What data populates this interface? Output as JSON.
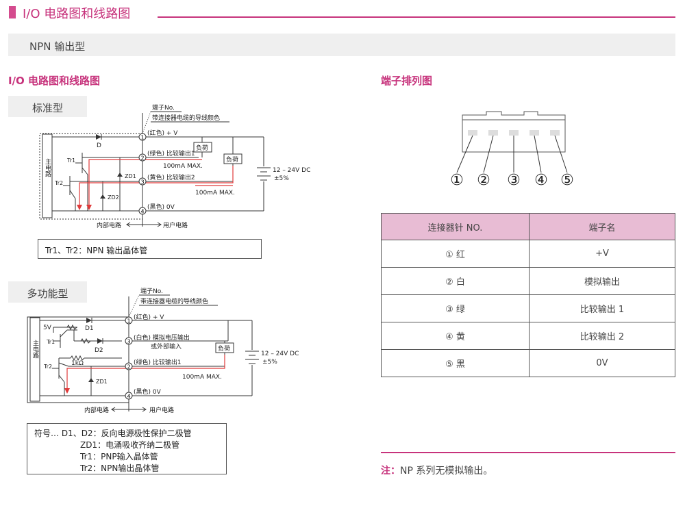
{
  "header": {
    "title": "I/O 电路图和线路图"
  },
  "subheader": {
    "label": "NPN 输出型"
  },
  "left_section": {
    "title": "I/O 电路图和线路图"
  },
  "right_section": {
    "title": "端子排列图"
  },
  "standard": {
    "tag": "标准型",
    "terminal_no": "端子No.",
    "wire_color_label": "带连接器电缆的导线颜色",
    "main_circuit": "主电路",
    "t1_red": "(红色) + V",
    "t2_white": "(绿色) 比较输出1",
    "t3_yellow": "(黄色) 比较输出2",
    "t4_black": "(黑色) 0V",
    "load1": "负荷",
    "load2": "负荷",
    "max1": "100mA MAX.",
    "max2": "100mA MAX.",
    "supply": "12 – 24V DC",
    "supply_tol": "±5%",
    "diode_d": "D",
    "tr1": "Tr1",
    "tr2": "Tr2",
    "zd1": "ZD1",
    "zd2": "ZD2",
    "internal": "内部电路",
    "user": "用户电路",
    "n1": "1",
    "n2": "2",
    "n3": "3",
    "n4": "4",
    "note": "Tr1、Tr2：NPN 输出晶体管"
  },
  "multi": {
    "tag": "多功能型",
    "terminal_no": "端子No.",
    "wire_color_label": "带连接器电缆的导线颜色",
    "main_circuit": "主电路",
    "t1_red": "(红色) + V",
    "t3_white": "(白色) 模拟电压输出",
    "t3_white_2": "或外部输入",
    "t2_green": "(绿色) 比较输出1",
    "t4_black": "(黑色) 0V",
    "load": "负荷",
    "max": "100mA MAX.",
    "supply": "12 – 24V DC",
    "supply_tol": "±5%",
    "v5": "5V",
    "d1": "D1",
    "d2": "D2",
    "tr1": "Tr1",
    "tr2": "Tr2",
    "r1k": "1kΩ",
    "zd1": "ZD1",
    "internal": "内部电路",
    "user": "用户电路",
    "n1": "1",
    "n2": "2",
    "n3": "3",
    "n4": "4",
    "notes": [
      "符号… D1、D2：反向电源极性保护二极管",
      "ZD1：电涌吸收齐纳二极管",
      "Tr1：PNP输入晶体管",
      "Tr2：NPN输出晶体管"
    ]
  },
  "connector": {
    "pins": [
      "①",
      "②",
      "③",
      "④",
      "⑤"
    ]
  },
  "pin_table": {
    "headers": [
      "连接器针 NO.",
      "端子名"
    ],
    "rows": [
      [
        "①  红",
        "+V"
      ],
      [
        "②  白",
        "模拟输出"
      ],
      [
        "③  绿",
        "比较输出 1"
      ],
      [
        "④  黄",
        "比较输出 2"
      ],
      [
        "⑤  黑",
        "0V"
      ]
    ]
  },
  "footnote": {
    "label": "注：",
    "text": "NP 系列无模拟输出。"
  },
  "colors": {
    "accent": "#c7337c",
    "table_header": "#e8bcd4",
    "gray_bar": "#efefef",
    "signal_red": "#e03a3a"
  }
}
